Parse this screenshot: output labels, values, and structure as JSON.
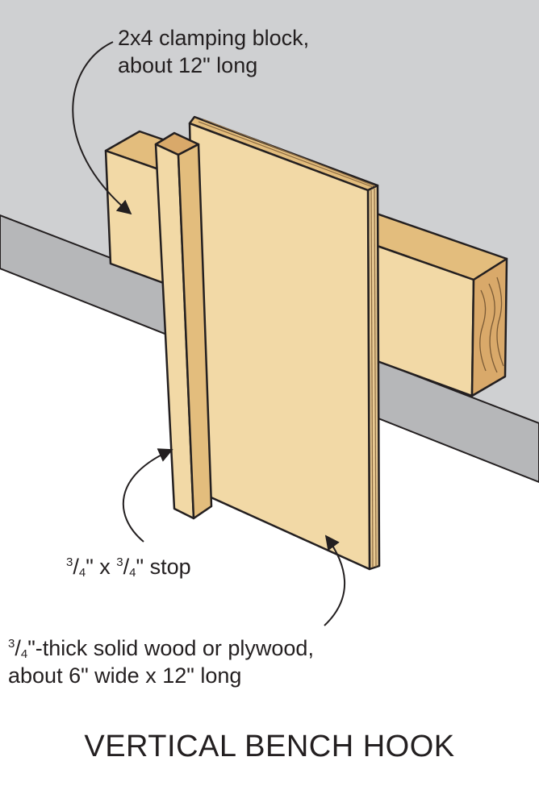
{
  "title": "VERTICAL BENCH HOOK",
  "labels": {
    "clamp_block": {
      "line1": "2x4 clamping block,",
      "line2": "about 12\" long"
    },
    "stop": {
      "num1": "3",
      "den1": "4",
      "mid": "\" x ",
      "num2": "3",
      "den2": "4",
      "tail": "\" stop"
    },
    "board": {
      "num": "3",
      "den": "4",
      "line1_tail": "\"-thick solid wood or plywood,",
      "line2": "about 6\" wide x 12\" long"
    }
  },
  "colors": {
    "wall": "#cfd0d2",
    "bench_edge": "#b6b7b9",
    "bench_top": "#ffffff",
    "wood_face": "#f2d9a6",
    "wood_side": "#e3bd7d",
    "end_grain": "#d9a96a",
    "outline": "#231f20"
  }
}
